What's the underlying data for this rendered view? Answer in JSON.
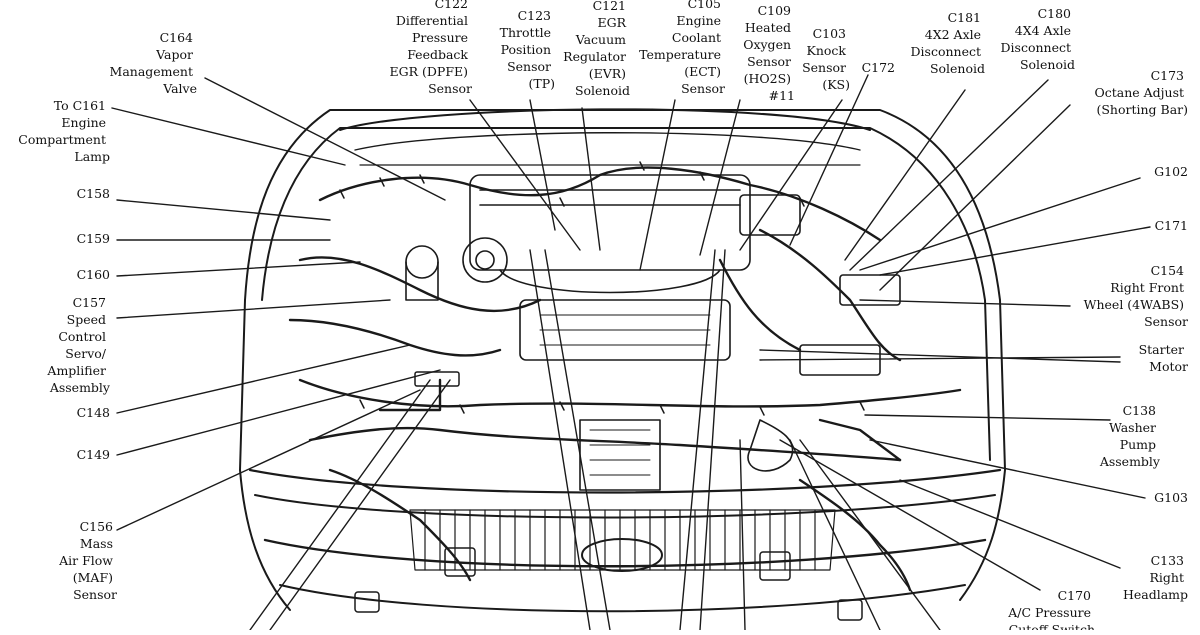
{
  "callouts_left": [
    {
      "id": "c164",
      "lines": [
        "C164",
        "Vapor",
        "Management",
        "Valve"
      ]
    },
    {
      "id": "c161",
      "lines": [
        "To C161",
        "Engine",
        "Compartment",
        "Lamp"
      ]
    },
    {
      "id": "c158",
      "lines": [
        "C158"
      ]
    },
    {
      "id": "c159",
      "lines": [
        "C159"
      ]
    },
    {
      "id": "c160",
      "lines": [
        "C160"
      ]
    },
    {
      "id": "c157",
      "lines": [
        "C157",
        "Speed",
        "Control",
        "Servo/",
        "Amplifier",
        "Assembly"
      ]
    },
    {
      "id": "c148",
      "lines": [
        "C148"
      ]
    },
    {
      "id": "c149",
      "lines": [
        "C149"
      ]
    },
    {
      "id": "c156",
      "lines": [
        "C156",
        "Mass",
        "Air Flow",
        "(MAF)",
        "Sensor"
      ]
    }
  ],
  "callouts_top": [
    {
      "id": "c122",
      "lines": [
        "C122",
        "Differential",
        "Pressure",
        "Feedback",
        "EGR (DPFE)",
        "Sensor"
      ]
    },
    {
      "id": "c123",
      "lines": [
        "C123",
        "Throttle",
        "Position",
        "Sensor",
        "(TP)"
      ]
    },
    {
      "id": "c121",
      "lines": [
        "C121",
        "EGR",
        "Vacuum",
        "Regulator",
        "(EVR)",
        "Solenoid"
      ]
    },
    {
      "id": "c105",
      "lines": [
        "C105",
        "Engine",
        "Coolant",
        "Temperature",
        "(ECT)",
        "Sensor"
      ]
    },
    {
      "id": "c109",
      "lines": [
        "C109",
        "Heated",
        "Oxygen",
        "Sensor",
        "(HO2S)",
        "#11"
      ]
    },
    {
      "id": "c103",
      "lines": [
        "C103",
        "Knock",
        "Sensor",
        "(KS)"
      ]
    },
    {
      "id": "c172",
      "lines": [
        "C172"
      ]
    },
    {
      "id": "c181",
      "lines": [
        "C181",
        "4X2 Axle",
        "Disconnect",
        "Solenoid"
      ]
    },
    {
      "id": "c180",
      "lines": [
        "C180",
        "4X4 Axle",
        "Disconnect",
        "Solenoid"
      ]
    }
  ],
  "callouts_right": [
    {
      "id": "c173",
      "lines": [
        "C173",
        "Octane Adjust",
        "(Shorting Bar)"
      ]
    },
    {
      "id": "g102",
      "lines": [
        "G102"
      ]
    },
    {
      "id": "c171",
      "lines": [
        "C171"
      ]
    },
    {
      "id": "c154",
      "lines": [
        "C154",
        "Right Front",
        "Wheel (4WABS)",
        "Sensor"
      ]
    },
    {
      "id": "starter",
      "lines": [
        "Starter",
        "Motor"
      ]
    },
    {
      "id": "c138",
      "lines": [
        "C138",
        "Washer",
        "Pump",
        "Assembly"
      ]
    },
    {
      "id": "g103",
      "lines": [
        "G103"
      ]
    },
    {
      "id": "c133",
      "lines": [
        "C133",
        "Right",
        "Headlamp"
      ]
    },
    {
      "id": "c170",
      "lines": [
        "C170",
        "A/C Pressure",
        "Cutoff Switch"
      ]
    }
  ]
}
